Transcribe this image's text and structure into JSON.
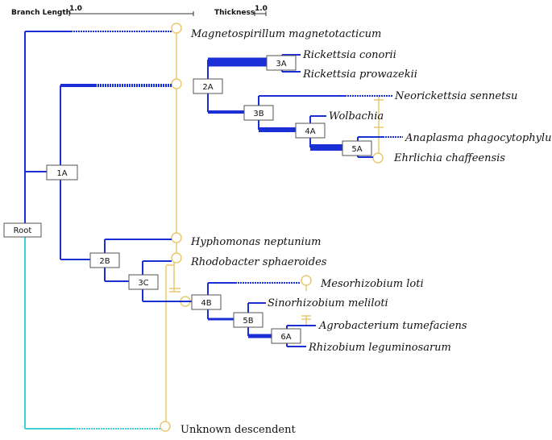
{
  "colors": {
    "branch": "#1a2fd6",
    "root_branch": "#40d0d8",
    "thickness_line": "#e8c870",
    "box_stroke": "#555555"
  },
  "scales": {
    "branch_length_title": "Branch Length",
    "branch_length_value": "1.0",
    "thickness_title": "Thickness",
    "thickness_value": "1.0"
  },
  "nodes": {
    "root": "Root",
    "n1A": "1A",
    "n2A": "2A",
    "n3A": "3A",
    "n3B": "3B",
    "n4A": "4A",
    "n5A": "5A",
    "n2B": "2B",
    "n3C": "3C",
    "n4B": "4B",
    "n5B": "5B",
    "n6A": "6A"
  },
  "leaves": {
    "magnetospirillum": "Magnetospirillum magnetotacticum",
    "rickettsia_conorii": "Rickettsia conorii",
    "rickettsia_prowazekii": "Rickettsia prowazekii",
    "neorickettsia": "Neorickettsia sennetsu",
    "wolbachia": "Wolbachia",
    "anaplasma": "Anaplasma phagocytophylum",
    "ehrlichia": "Ehrlichia chaffeensis",
    "hyphomonas": "Hyphomonas neptunium",
    "rhodobacter": "Rhodobacter sphaeroides",
    "mesorhizobium": "Mesorhizobium loti",
    "sinorhizobium": "Sinorhizobium meliloti",
    "agrobacterium": "Agrobacterium tumefaciens",
    "rhizobium": "Rhizobium leguminosarum",
    "unknown": "Unknown descendent"
  }
}
